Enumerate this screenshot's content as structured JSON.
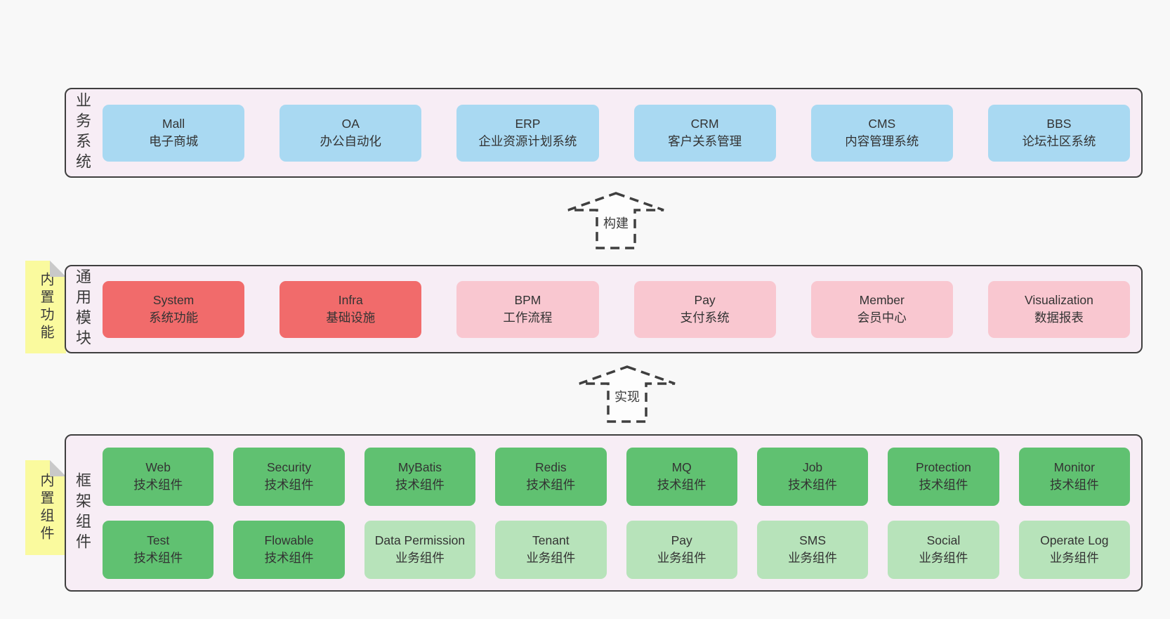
{
  "diagram": {
    "layers": {
      "business": {
        "label": "业务系统",
        "boxes": [
          {
            "name": "Mall",
            "desc": "电子商城"
          },
          {
            "name": "OA",
            "desc": "办公自动化"
          },
          {
            "name": "ERP",
            "desc": "企业资源计划系统"
          },
          {
            "name": "CRM",
            "desc": "客户关系管理"
          },
          {
            "name": "CMS",
            "desc": "内容管理系统"
          },
          {
            "name": "BBS",
            "desc": "论坛社区系统"
          }
        ]
      },
      "modules": {
        "label": "通用模块",
        "sticky": "内置功能",
        "boxes": [
          {
            "name": "System",
            "desc": "系统功能"
          },
          {
            "name": "Infra",
            "desc": "基础设施"
          },
          {
            "name": "BPM",
            "desc": "工作流程"
          },
          {
            "name": "Pay",
            "desc": "支付系统"
          },
          {
            "name": "Member",
            "desc": "会员中心"
          },
          {
            "name": "Visualization",
            "desc": "数据报表"
          }
        ]
      },
      "framework": {
        "label": "框架组件",
        "sticky": "内置组件",
        "row1": [
          {
            "name": "Web",
            "desc": "技术组件"
          },
          {
            "name": "Security",
            "desc": "技术组件"
          },
          {
            "name": "MyBatis",
            "desc": "技术组件"
          },
          {
            "name": "Redis",
            "desc": "技术组件"
          },
          {
            "name": "MQ",
            "desc": "技术组件"
          },
          {
            "name": "Job",
            "desc": "技术组件"
          },
          {
            "name": "Protection",
            "desc": "技术组件"
          },
          {
            "name": "Monitor",
            "desc": "技术组件"
          }
        ],
        "row2": [
          {
            "name": "Test",
            "desc": "技术组件"
          },
          {
            "name": "Flowable",
            "desc": "技术组件"
          },
          {
            "name": "Data Permission",
            "desc": "业务组件"
          },
          {
            "name": "Tenant",
            "desc": "业务组件"
          },
          {
            "name": "Pay",
            "desc": "业务组件"
          },
          {
            "name": "SMS",
            "desc": "业务组件"
          },
          {
            "name": "Social",
            "desc": "业务组件"
          },
          {
            "name": "Operate Log",
            "desc": "业务组件"
          }
        ]
      }
    },
    "arrows": [
      {
        "label": "构建"
      },
      {
        "label": "实现"
      }
    ],
    "colors": {
      "page_bg": "#f8f8f8",
      "layer_bg": "#f7edf5",
      "layer_border": "#3f3f3f",
      "blue": "#a9d9f2",
      "red": "#f16b6b",
      "pink": "#f9c7d0",
      "green": "#60c171",
      "light_green": "#b7e3ba",
      "sticky_yellow": "#fafa9e",
      "fold_gray": "#c9c9c9",
      "text": "#3a3a3a"
    }
  }
}
